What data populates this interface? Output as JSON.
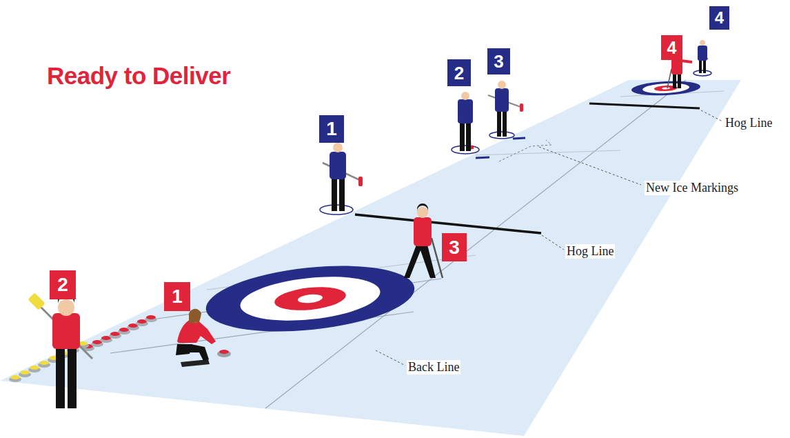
{
  "diagram": {
    "title": "Ready to Deliver",
    "nodes": [
      {
        "text": [
          "4"
        ]
      },
      {
        "text": [
          "4"
        ]
      },
      {
        "text": [
          "3"
        ]
      },
      {
        "text": [
          "2"
        ]
      },
      {
        "text": [
          "1"
        ]
      },
      {
        "text": [
          "3"
        ]
      },
      {
        "text": [
          "2"
        ]
      },
      {
        "text": [
          "1"
        ]
      }
    ],
    "labels": [
      "Hog Line",
      "New Ice Markings",
      "Hog Line",
      "Back Line"
    ]
  }
}
